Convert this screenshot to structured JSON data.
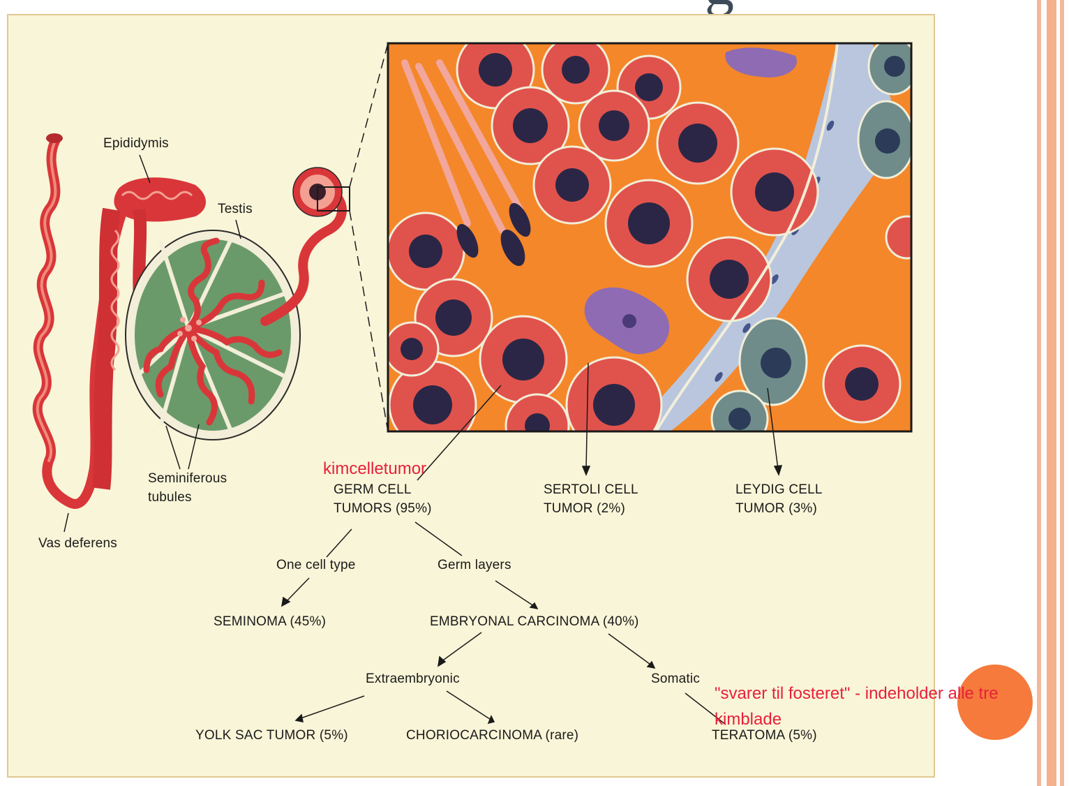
{
  "title_fragment": "g",
  "colors": {
    "panel_bg": "#f9f5d8",
    "accent_orange": "#f57a3c",
    "annotation_red": "#e8203a",
    "tubule_red": "#d9363a",
    "tubule_green": "#6b9a6a",
    "cytoplasm_orange": "#f4872a",
    "cell_red": "#e0534c",
    "interstitial_blue": "#b9c6de",
    "nucleus_dark": "#2b2646"
  },
  "anatomy": {
    "epididymis": "Epididymis",
    "testis": "Testis",
    "seminiferous_line1": "Seminiferous",
    "seminiferous_line2": "tubules",
    "vas_deferens": "Vas deferens"
  },
  "tree": {
    "germ_cell_line1": "GERM CELL",
    "germ_cell_line2": "TUMORS (95%)",
    "sertoli_line1": "SERTOLI CELL",
    "sertoli_line2": "TUMOR (2%)",
    "leydig_line1": "LEYDIG CELL",
    "leydig_line2": "TUMOR (3%)",
    "one_cell_type": "One cell type",
    "germ_layers": "Germ layers",
    "seminoma": "SEMINOMA (45%)",
    "embryonal": "EMBRYONAL CARCINOMA (40%)",
    "extraembryonic": "Extraembryonic",
    "somatic": "Somatic",
    "yolk_sac": "YOLK SAC TUMOR (5%)",
    "choriocarcinoma": "CHORIOCARCINOMA (rare)",
    "teratoma": "TERATOMA (5%)"
  },
  "annotations": {
    "germ_note": "kimcelletumor",
    "teratoma_note_line1": "\"svarer til fosteret\" - indeholder alle tre",
    "teratoma_note_line2": "kimblade"
  }
}
